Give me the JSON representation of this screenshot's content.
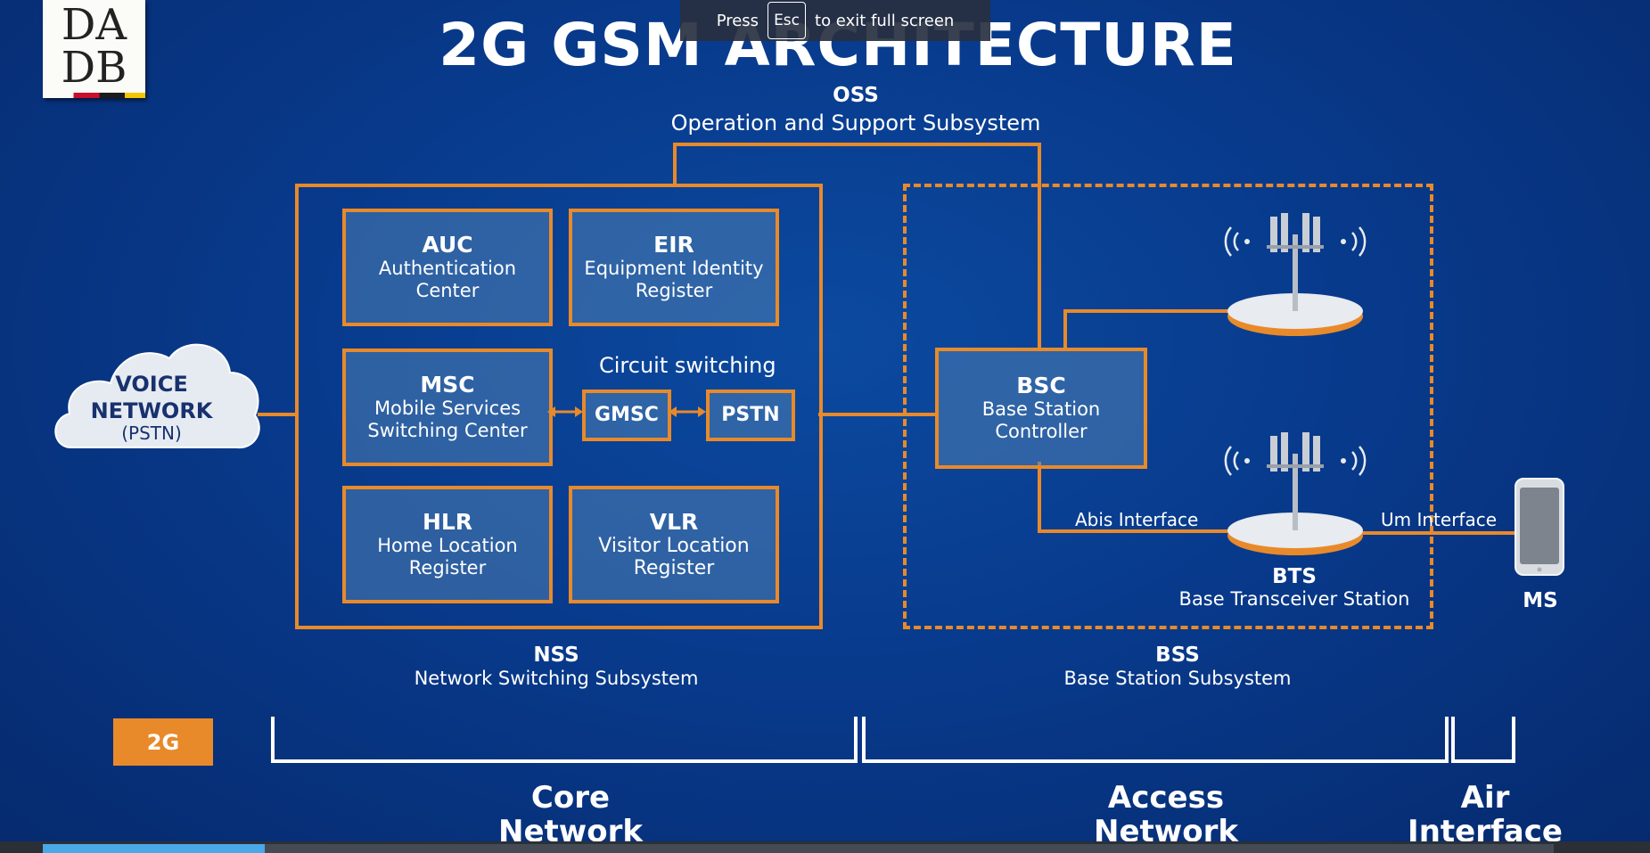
{
  "logo": {
    "line1": "DA",
    "line2": "DB"
  },
  "toast": {
    "press": "Press",
    "key": "Esc",
    "suffix": "to exit full screen"
  },
  "title": "2G GSM ARCHITECTURE",
  "oss": {
    "code": "OSS",
    "name": "Operation and Support Subsystem"
  },
  "voice_network": {
    "line1": "VOICE",
    "line2": "NETWORK",
    "line3": "(PSTN)"
  },
  "nss_boxes": {
    "auc": {
      "code": "AUC",
      "line1": "Authentication",
      "line2": "Center"
    },
    "eir": {
      "code": "EIR",
      "line1": "Equipment Identity",
      "line2": "Register"
    },
    "msc": {
      "code": "MSC",
      "line1": "Mobile Services",
      "line2": "Switching Center"
    },
    "hlr": {
      "code": "HLR",
      "line1": "Home Location",
      "line2": "Register"
    },
    "vlr": {
      "code": "VLR",
      "line1": "Visitor Location",
      "line2": "Register"
    },
    "gmsc": "GMSC",
    "pstn": "PSTN",
    "circuit_switching": "Circuit switching"
  },
  "bsc": {
    "code": "BSC",
    "line1": "Base Station",
    "line2": "Controller"
  },
  "bts": {
    "code": "BTS",
    "name": "Base Transceiver Station"
  },
  "interfaces": {
    "abis": "Abis Interface",
    "um": "Um Interface"
  },
  "ms": "MS",
  "nss": {
    "code": "NSS",
    "name": "Network Switching Subsystem"
  },
  "bss": {
    "code": "BSS",
    "name": "Base Station Subsystem"
  },
  "badge": "2G",
  "bottom": {
    "core": {
      "line1": "Core",
      "line2": "Network"
    },
    "access": {
      "line1": "Access",
      "line2": "Network"
    },
    "air": {
      "line1": "Air",
      "line2": "Interface"
    }
  },
  "colors": {
    "accent": "#e88a2a",
    "background": "#083a8c",
    "box_fill": "#4e80b2"
  },
  "progress": {
    "fraction": 0.147
  }
}
